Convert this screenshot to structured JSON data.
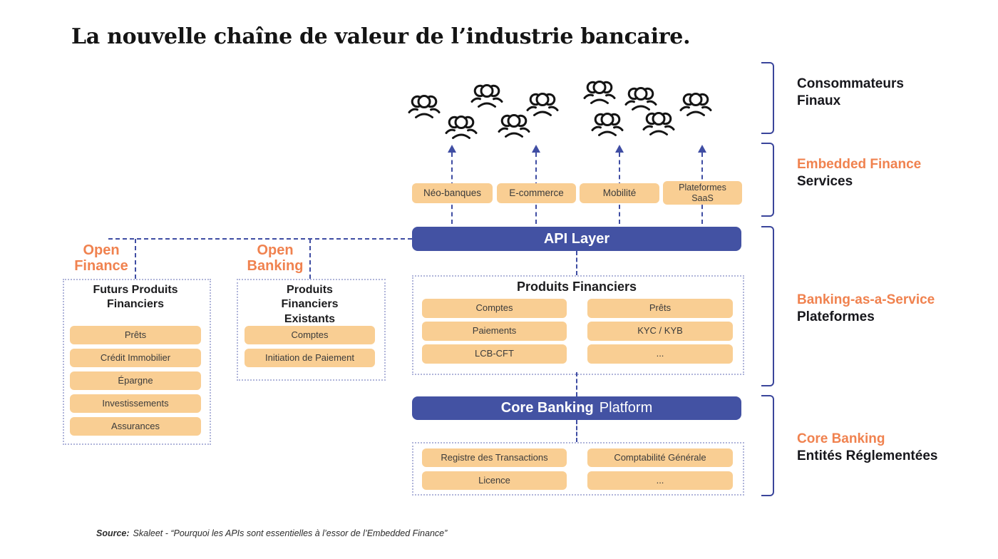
{
  "title": "La nouvelle chaîne de valeur de l’industrie bancaire.",
  "colors": {
    "accent_orange": "#F0824F",
    "pill_orange": "#F9CE93",
    "bar_blue": "#4352A3",
    "connector_blue": "#3F4DA3",
    "dotted_border": "#B0B5DA",
    "bracket_navy": "#3A459B"
  },
  "icons": {
    "consumers": "users-group-icon",
    "consumers_count": 10
  },
  "channels": {
    "items": [
      "Néo-banques",
      "E-commerce",
      "Mobilité",
      "Plateformes SaaS"
    ]
  },
  "api_layer": {
    "label": "API Layer"
  },
  "produits_financiers": {
    "title": "Produits Financiers",
    "left": [
      "Comptes",
      "Paiements",
      "LCB-CFT"
    ],
    "right": [
      "Prêts",
      "KYC / KYB",
      "..."
    ]
  },
  "core_banking": {
    "bold": "Core Banking",
    "regular": "Platform"
  },
  "core_foundation": {
    "left": [
      "Registre des Transactions",
      "Licence"
    ],
    "right": [
      "Comptabilité Générale",
      "..."
    ]
  },
  "open_finance": {
    "label": "Open Finance",
    "box_title": "Futurs Produits Financiers",
    "items": [
      "Prêts",
      "Crédit Immobilier",
      "Épargne",
      "Investissements",
      "Assurances"
    ]
  },
  "open_banking": {
    "label": "Open Banking",
    "box_title": "Produits Financiers Existants",
    "items": [
      "Comptes",
      "Initiation de Paiement"
    ]
  },
  "right_labels": [
    {
      "line1": "Consommateurs",
      "line2": "Finaux"
    },
    {
      "line1": "Embedded Finance",
      "line2": "Services"
    },
    {
      "line1": "Banking-as-a-Service",
      "line2": "Plateformes"
    },
    {
      "line1": "Core Banking",
      "line2": "Entités Réglementées"
    }
  ],
  "source": {
    "label": "Source:",
    "text": "Skaleet - “Pourquoi les APIs sont essentielles à l’essor de l’Embedded Finance”"
  }
}
